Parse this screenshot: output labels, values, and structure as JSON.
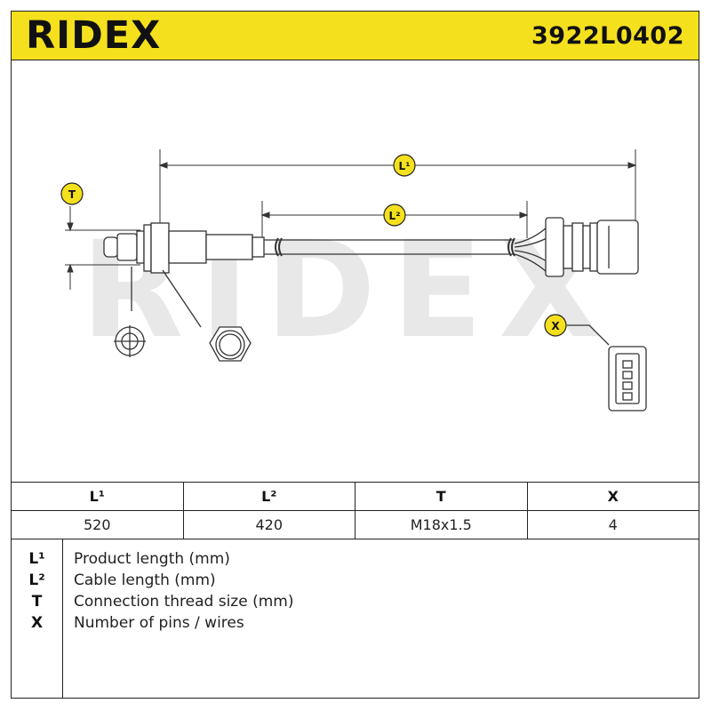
{
  "header": {
    "brand": "RIDEX",
    "part_number": "3922L0402",
    "bg_color": "#f5e01e"
  },
  "drawing": {
    "watermark": "RIDEX",
    "labels": {
      "L1": "L¹",
      "L2": "L²",
      "T": "T",
      "X": "X"
    },
    "badge_color": "#f5e01e"
  },
  "table": {
    "headers": [
      "L¹",
      "L²",
      "T",
      "X"
    ],
    "values": [
      "520",
      "420",
      "M18x1.5",
      "4"
    ]
  },
  "legend": [
    {
      "key": "L¹",
      "text": "Product length (mm)"
    },
    {
      "key": "L²",
      "text": "Cable length (mm)"
    },
    {
      "key": "T",
      "text": "Connection thread size (mm)"
    },
    {
      "key": "X",
      "text": "Number of pins / wires"
    }
  ]
}
